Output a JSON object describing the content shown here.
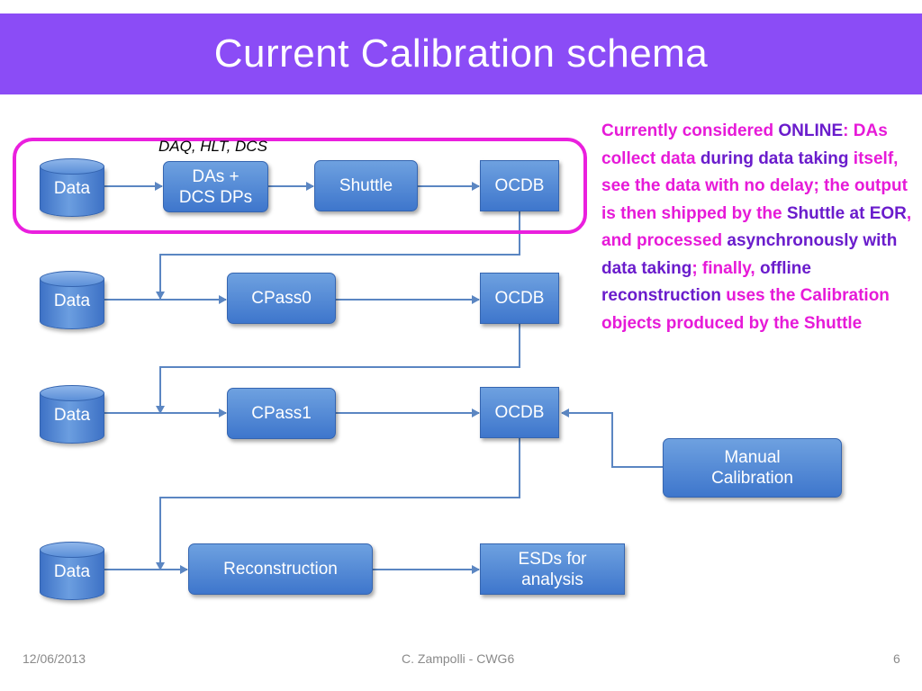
{
  "slide": {
    "title": "Current Calibration schema",
    "daq_label": "DAQ, HLT, DCS",
    "note": [
      {
        "text": "Currently considered ",
        "hl": false
      },
      {
        "text": "ONLINE",
        "hl": true
      },
      {
        "text": ": DAs collect data ",
        "hl": false
      },
      {
        "text": "during data taking",
        "hl": true
      },
      {
        "text": " itself, see the data with no delay; the output is then shipped by the ",
        "hl": false
      },
      {
        "text": "Shuttle at EOR",
        "hl": true
      },
      {
        "text": ", and processed ",
        "hl": false
      },
      {
        "text": "asynchronously with data taking",
        "hl": true
      },
      {
        "text": "; finally, ",
        "hl": false
      },
      {
        "text": "offline reconstruction",
        "hl": true
      },
      {
        "text": " uses the Calibration objects produced by the Shuttle",
        "hl": false
      }
    ],
    "colors": {
      "title_bar": "#8b4cf6",
      "highlight": "#ea1fde",
      "node_blue": "#4f86d6",
      "arrow": "#5b86c2",
      "emphasis_purple": "#6a1ccc"
    }
  },
  "diagram": {
    "data_label": "Data",
    "das_line1": "DAs +",
    "das_line2": "DCS DPs",
    "shuttle": "Shuttle",
    "ocdb": "OCDB",
    "cpass0": "CPass0",
    "cpass1": "CPass1",
    "manual_line1": "Manual",
    "manual_line2": "Calibration",
    "reconstruction": "Reconstruction",
    "esds_line1": "ESDs for",
    "esds_line2": "analysis"
  },
  "footer": {
    "date": "12/06/2013",
    "author": "C. Zampolli - CWG6",
    "page": "6"
  }
}
